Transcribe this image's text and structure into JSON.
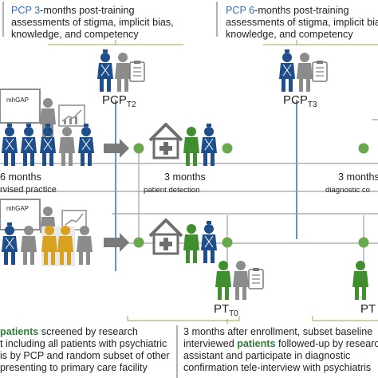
{
  "colors": {
    "accent_blue": "#2f6fc4",
    "doctor_blue": "#1f4e8c",
    "green": "#3f8f2f",
    "dot_green": "#6aa84f",
    "gray": "#8c8c8c",
    "arrow_gray": "#7a7a7a",
    "yellow": "#d8a21e",
    "line_blue": "#2f6fc4",
    "line_gray": "#a0a0a0"
  },
  "top": {
    "left_box": {
      "prefix": "PCP 3",
      "line1_rest": "-months post-training",
      "line2": "assessments of stigma, implicit bias,",
      "line3": "knowledge, and competency"
    },
    "right_box": {
      "prefix": "PCP 6",
      "line1_rest": "-months post-training",
      "line2": "assessments of stigma, implicit bia",
      "line3": "knowledge, and competency"
    }
  },
  "markers": {
    "pcp_t2": {
      "main": "PCP",
      "sub": "T2"
    },
    "pcp_t3": {
      "main": "PCP",
      "sub": "T3"
    },
    "pt_t0": {
      "main": "PT",
      "sub": "T0"
    },
    "pt_t1": {
      "main": "PT",
      "sub": ""
    }
  },
  "training": {
    "board_label_top": "mhGAP",
    "board_label_bottom": "mhGAP",
    "months_label": "6 months",
    "practice_label": "rvised practice"
  },
  "phases": {
    "detection_months": "3 months",
    "detection_label": "patient detection",
    "diagnostic_months": "3 months",
    "diagnostic_label": "diagnostic co"
  },
  "bottom": {
    "left_box": {
      "line1_green": "patients",
      "line1_rest": " screened by research",
      "line2": "t including all patients with psychiatric",
      "line3": "is by PCP and random subset of other",
      "line4": "presenting to primary care facility"
    },
    "right_box": {
      "line1": "3 months after enrollment, subset baseline",
      "line2_pre": "interviewed ",
      "line2_green": "patients",
      "line2_rest": " followed-up by research",
      "line3": "assistant and participate in diagnostic",
      "line4": "confirmation tele-interview with psychiatris"
    }
  }
}
